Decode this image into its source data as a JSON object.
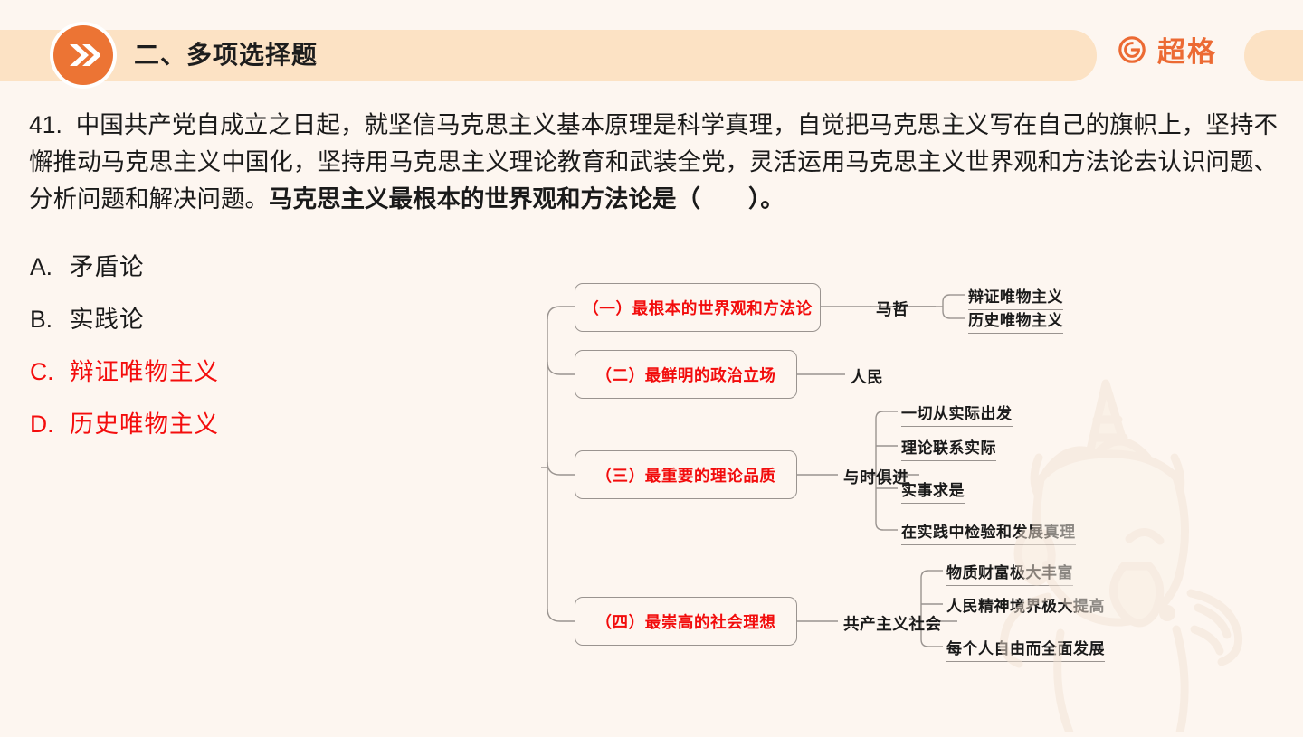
{
  "header": {
    "title": "二、多项选择题",
    "badge_icon": "double-chevron-right-icon",
    "band_color": "#fce2c4",
    "badge_color": "#ec7434"
  },
  "brand": {
    "name": "超格",
    "logo_icon": "g-circle-logo-icon",
    "color": "#ec6a33"
  },
  "question": {
    "number": "41.",
    "body_plain": "中国共产党自成立之日起，就坚信马克思主义基本原理是科学真理，自觉把马克思主义写在自己的旗帜上，坚持不懈推动马克思主义中国化，坚持用马克思主义理论教育和武装全党，灵活运用马克思主义世界观和方法论去认识问题、分析问题和解决问题。",
    "body_bold": "马克思主义最根本的世界观和方法论是（　　）。"
  },
  "options": [
    {
      "letter": "A.",
      "text": "矛盾论",
      "is_answer": false
    },
    {
      "letter": "B.",
      "text": "实践论",
      "is_answer": false
    },
    {
      "letter": "C.",
      "text": "辩证唯物主义",
      "is_answer": true
    },
    {
      "letter": "D.",
      "text": "历史唯物主义",
      "is_answer": true
    }
  ],
  "answer_color": "#f40d0d",
  "mindmap": {
    "branches": [
      {
        "box": "（一）最根本的世界观和方法论",
        "mid": "马哲",
        "leaves": [
          "辩证唯物主义",
          "历史唯物主义"
        ]
      },
      {
        "box": "（二）最鲜明的政治立场",
        "mid": "人民",
        "leaves": []
      },
      {
        "box": "（三）最重要的理论品质",
        "mid": "与时俱进",
        "leaves": [
          "一切从实际出发",
          "理论联系实际",
          "实事求是",
          "在实践中检验和发展真理"
        ]
      },
      {
        "box": "（四）最崇高的社会理想",
        "mid": "共产主义社会",
        "leaves": [
          "物质财富极大丰富",
          "人民精神境界极大提高",
          "每个人自由而全面发展"
        ]
      }
    ],
    "box_text_color": "#f20c0c",
    "line_color": "#9a9490"
  },
  "watermark": {
    "icon": "unicorn-mascot-watermark"
  }
}
